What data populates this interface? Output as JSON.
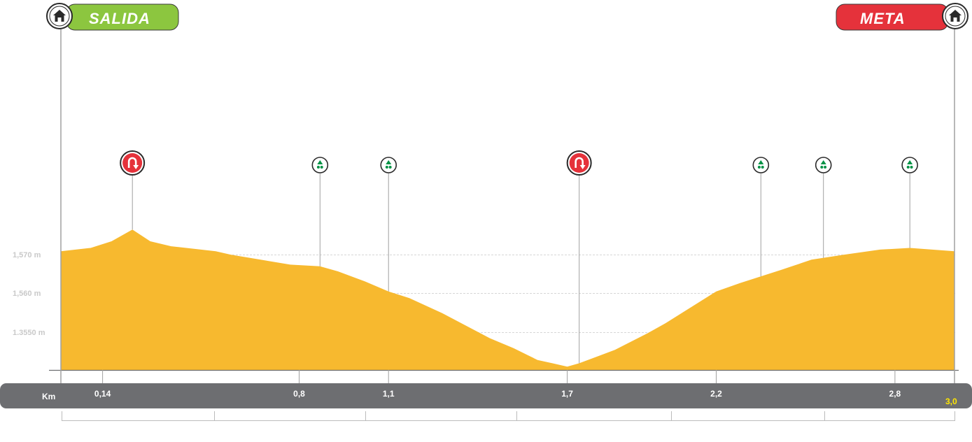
{
  "start": {
    "label": "SALIDA",
    "color": "#8cc63f",
    "icon": "home-icon"
  },
  "finish": {
    "label": "META",
    "color": "#e5323b",
    "icon": "home-icon"
  },
  "axis": {
    "unit_label": "Km",
    "final_km_label": "3,0",
    "final_km_color": "#ffe600"
  },
  "colors": {
    "profile_fill": "#f7b92f",
    "axis_bar": "#6d6e71",
    "gridline": "#d6d6d6",
    "marker_line": "#a0a0a0",
    "uturn_red": "#e5323b",
    "feed_green": "#009245"
  },
  "chart_data": {
    "type": "area",
    "title": "",
    "xlabel": "Km",
    "ylabel": "",
    "xlim": [
      0,
      3.0
    ],
    "elevation_profile": {
      "km": [
        0,
        0.1,
        0.17,
        0.24,
        0.3,
        0.37,
        0.52,
        0.57,
        0.77,
        0.87,
        0.93,
        1.02,
        1.1,
        1.17,
        1.28,
        1.44,
        1.52,
        1.6,
        1.65,
        1.7,
        1.74,
        1.86,
        1.97,
        2.03,
        2.2,
        2.28,
        2.42,
        2.52,
        2.63,
        2.75,
        2.85,
        3.0
      ],
      "relative_height": [
        0.71,
        0.73,
        0.77,
        0.84,
        0.77,
        0.74,
        0.71,
        0.69,
        0.63,
        0.62,
        0.59,
        0.53,
        0.47,
        0.43,
        0.34,
        0.19,
        0.13,
        0.06,
        0.04,
        0.02,
        0.04,
        0.12,
        0.22,
        0.28,
        0.47,
        0.52,
        0.6,
        0.66,
        0.69,
        0.72,
        0.73,
        0.71
      ]
    },
    "y_tick_labels": [
      "1,570 m",
      "1,560 m",
      "1.3550 m"
    ],
    "x_tick_labels": [
      {
        "km": 0.14,
        "label": "0,14"
      },
      {
        "km": 0.8,
        "label": "0,8"
      },
      {
        "km": 1.1,
        "label": "1,1"
      },
      {
        "km": 1.7,
        "label": "1,7"
      },
      {
        "km": 2.2,
        "label": "2,2"
      },
      {
        "km": 2.8,
        "label": "2,8"
      }
    ],
    "markers": [
      {
        "km": 0.24,
        "type": "u-turn"
      },
      {
        "km": 0.87,
        "type": "feed-zone"
      },
      {
        "km": 1.1,
        "type": "feed-zone"
      },
      {
        "km": 1.74,
        "type": "u-turn"
      },
      {
        "km": 2.35,
        "type": "feed-zone"
      },
      {
        "km": 2.56,
        "type": "feed-zone"
      },
      {
        "km": 2.85,
        "type": "feed-zone"
      }
    ],
    "grid": true
  }
}
